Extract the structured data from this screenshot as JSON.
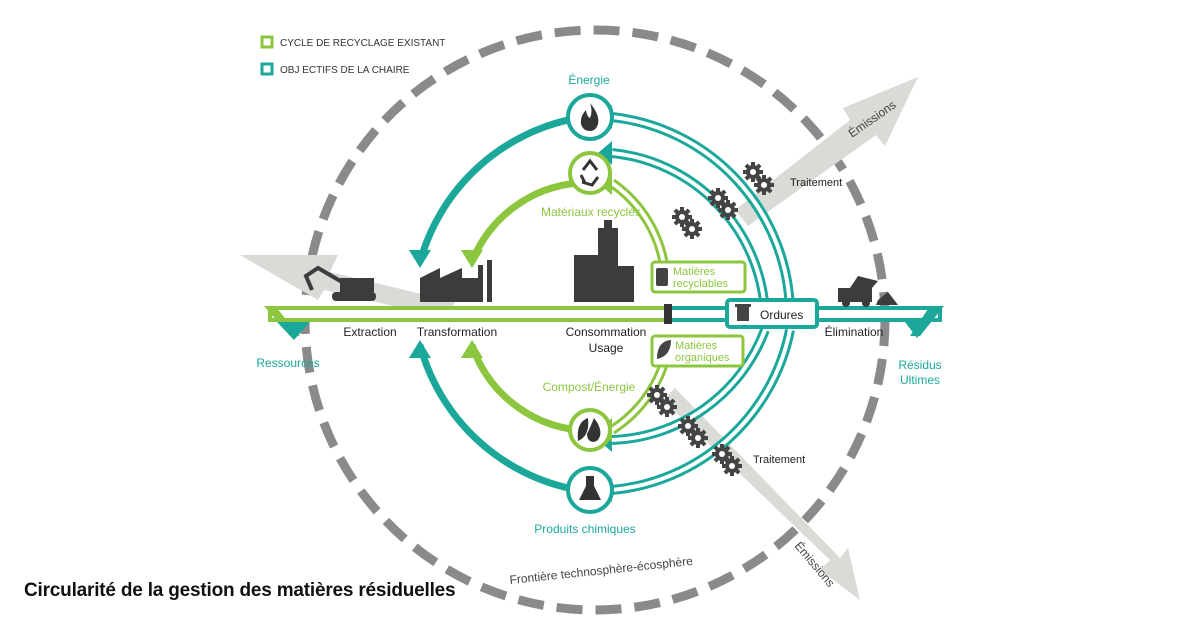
{
  "legend": {
    "existing": {
      "label": "CYCLE DE RECYCLAGE EXISTANT",
      "color": "#8CC63F"
    },
    "chaire": {
      "label": "OBJ ECTIFS DE LA CHAIRE",
      "color": "#1BA89A"
    }
  },
  "colors": {
    "green": "#8CC63F",
    "teal": "#1BA89A",
    "gray": "#D9DBD6",
    "dark": "#3C3C3C",
    "dash": "#8A8A8A"
  },
  "nodes": {
    "energie": {
      "label": "Énergie",
      "icon": "flame-icon"
    },
    "materiaux": {
      "label": "Matériaux recyclés",
      "icon": "recycle-icon"
    },
    "compost": {
      "label": "Compost/Énergie",
      "icon": "leaf-flame-icon"
    },
    "chimiques": {
      "label": "Produits chimiques",
      "icon": "flask-icon"
    }
  },
  "stages": {
    "ressources": "Ressources",
    "extraction": "Extraction",
    "transformation": "Transformation",
    "consommation_1": "Consommation",
    "consommation_2": "Usage",
    "elimination": "Élimination",
    "residus_1": "Résidus",
    "residus_2": "Ultimes"
  },
  "boxes": {
    "recyclables_1": "Matières",
    "recyclables_2": "recyclables",
    "organiques_1": "Matières",
    "organiques_2": "organiques",
    "ordures": "Ordures"
  },
  "labels": {
    "traitement_top": "Traitement",
    "traitement_bottom": "Traitement",
    "emissions_top": "Émissions",
    "emissions_bottom": "Émissions",
    "frontiere": "Frontière technosphère-écosphère"
  },
  "caption": "Circularité de la gestion des matières résiduelles"
}
